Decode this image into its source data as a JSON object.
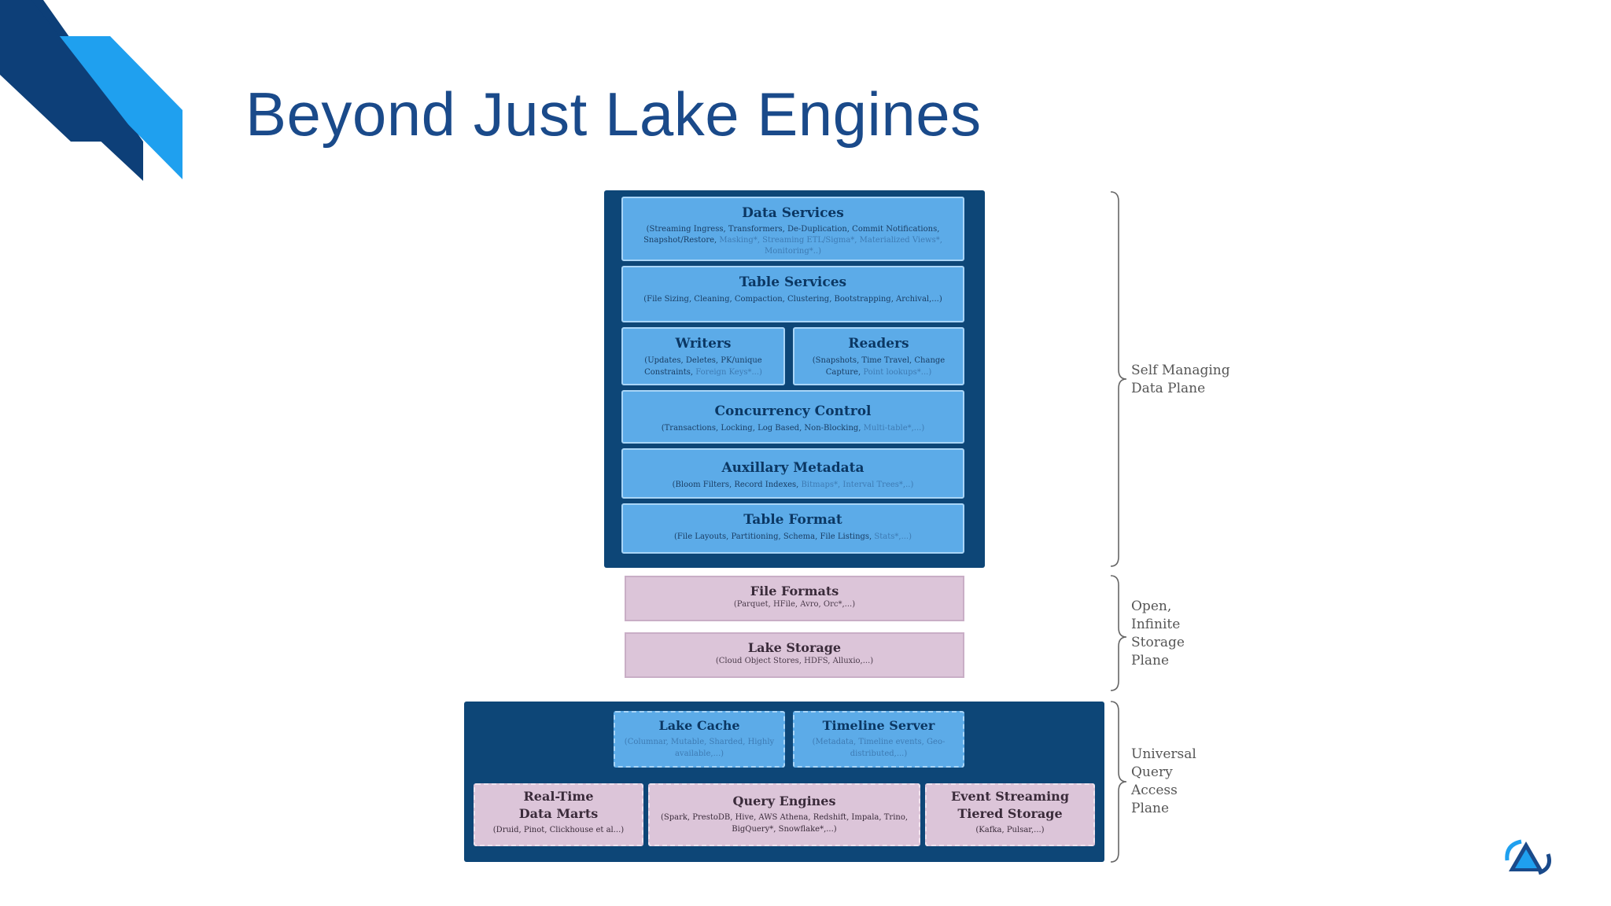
{
  "slide": {
    "title": "Beyond Just Lake Engines"
  },
  "colors": {
    "title": "#1a4a8a",
    "plane_dark": "#0d4677",
    "box_blue": "#5cabe8",
    "box_pink": "#dcc5d9",
    "deco_dark": "#0d3f78",
    "deco_light": "#1fa0ef"
  },
  "self_managing": {
    "data_services": {
      "title": "Data Services",
      "sub": "(Streaming Ingress, Transformers, De-Duplication, Commit Notifications, Snapshot/Restore,",
      "sub_faded": "Masking*, Streaming ETL/Sigma*, Materialized Views*, Monitoring*..)"
    },
    "table_services": {
      "title": "Table Services",
      "sub": "(File Sizing, Cleaning, Compaction, Clustering, Bootstrapping, Archival,...)"
    },
    "writers": {
      "title": "Writers",
      "sub": "(Updates, Deletes, PK/unique Constraints,",
      "sub_faded": "Foreign Keys*...)"
    },
    "readers": {
      "title": "Readers",
      "sub": "(Snapshots, Time Travel, Change Capture,",
      "sub_faded": "Point lookups*...)"
    },
    "concurrency": {
      "title": "Concurrency Control",
      "sub": "(Transactions, Locking, Log Based, Non-Blocking,",
      "sub_faded": "Multi-table*,...)"
    },
    "metadata": {
      "title": "Auxillary Metadata",
      "sub": "(Bloom Filters, Record Indexes,",
      "sub_faded": "Bitmaps*, Interval Trees*,..)"
    },
    "table_format": {
      "title": "Table Format",
      "sub": "(File Layouts, Partitioning, Schema, File Listings,",
      "sub_faded": "Stats*,...)"
    }
  },
  "storage": {
    "file_formats": {
      "title": "File Formats",
      "sub": "(Parquet, HFile, Avro, Orc*,...)"
    },
    "lake_storage": {
      "title": "Lake Storage",
      "sub": "(Cloud Object Stores, HDFS, Alluxio,...)"
    }
  },
  "query_access": {
    "lake_cache": {
      "title": "Lake Cache",
      "sub": "(Columnar, Mutable, Sharded, Highly available,...)"
    },
    "timeline_server": {
      "title": "Timeline Server",
      "sub": "(Metadata, Timeline events, Geo-distributed,...)"
    },
    "real_time": {
      "title_line1": "Real-Time",
      "title_line2": "Data Marts",
      "sub": "(Druid, Pinot, Clickhouse et al...)"
    },
    "query_engines": {
      "title": "Query Engines",
      "sub": "(Spark, PrestoDB, Hive, AWS Athena, Redshift, Impala, Trino,",
      "sub_faded": "BigQuery*, Snowflake*,...)"
    },
    "event_streaming": {
      "title_line1": "Event Streaming",
      "title_line2": "Tiered Storage",
      "sub": "(Kafka, Pulsar,...)"
    }
  },
  "brace_labels": {
    "self_managing": [
      "Self Managing",
      "Data Plane"
    ],
    "storage": [
      "Open,",
      "Infinite",
      "Storage",
      "Plane"
    ],
    "query": [
      "Universal",
      "Query",
      "Access",
      "Plane"
    ]
  },
  "icons": {
    "corner": "diagonal-stripes-decoration",
    "logo": "hudi-logo-icon"
  }
}
